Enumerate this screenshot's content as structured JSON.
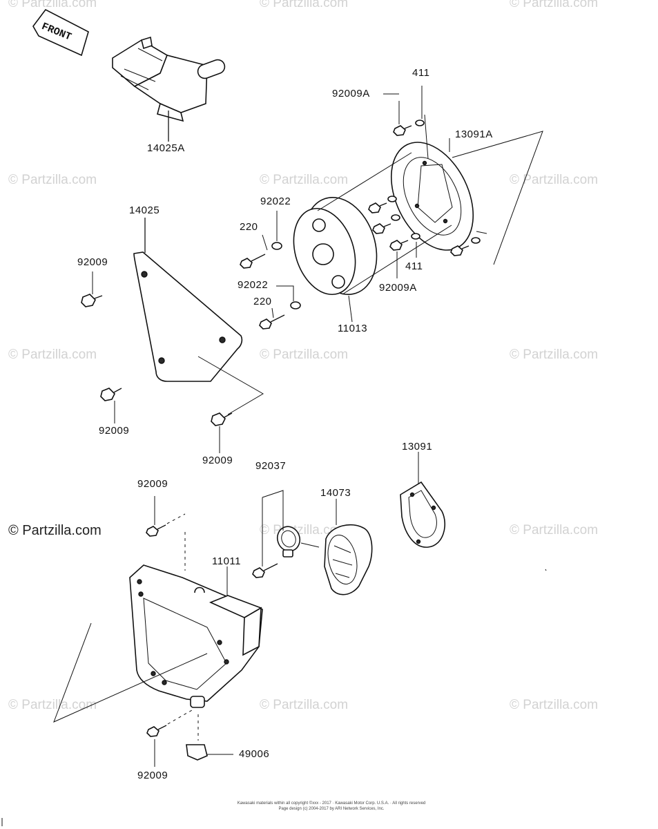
{
  "watermarks": {
    "text": "© Partzilla.com"
  },
  "front_marker": {
    "label": "FRONT"
  },
  "part_labels": {
    "p14025A": "14025A",
    "p92009A_top": "92009A",
    "p411_top": "411",
    "p13091A": "13091A",
    "p14025": "14025",
    "p92022_a": "92022",
    "p220_a": "220",
    "p92009_left": "92009",
    "p92022_b": "92022",
    "p220_b": "220",
    "p411_mid": "411",
    "p92009A_mid": "92009A",
    "p11013": "11013",
    "p92009_mid": "92009",
    "p92009_center": "92009",
    "p13091": "13091",
    "p92037": "92037",
    "p14073": "14073",
    "p92009_lower": "92009",
    "p11011": "11011",
    "p49006": "49006",
    "p92009_bottom": "92009"
  },
  "footer": {
    "line1": "Kawasaki materials within all copyright ©xxx - 2017 · Kawasaki Motor Corp. U.S.A. · All rights reserved",
    "line2": "Page design (c) 2004-2017 by ARI Network Services, Inc."
  }
}
